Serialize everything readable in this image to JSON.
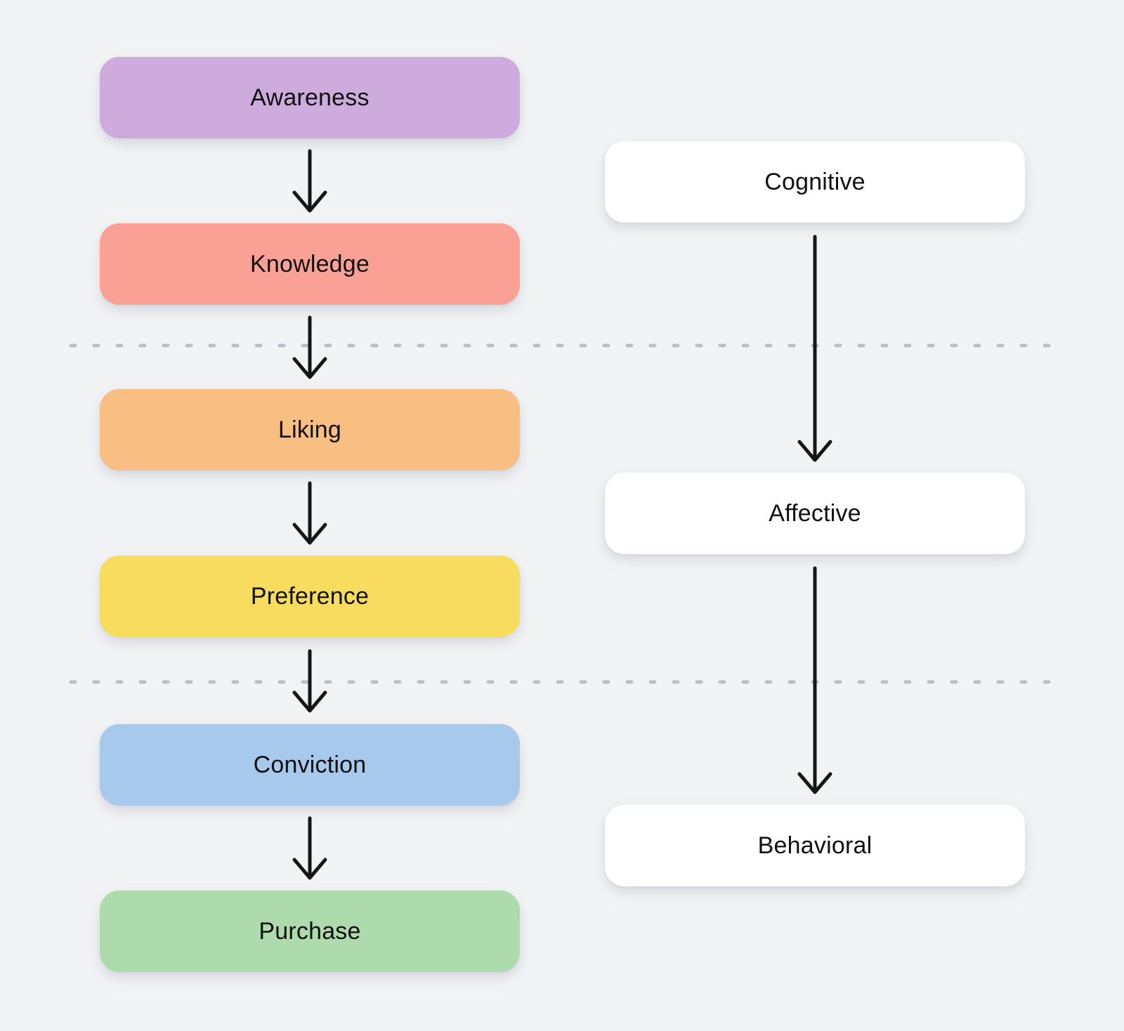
{
  "diagram": {
    "stages": [
      {
        "label": "Awareness",
        "color": "#CDABDC"
      },
      {
        "label": "Knowledge",
        "color": "#FAA094"
      },
      {
        "label": "Liking",
        "color": "#F9BE81"
      },
      {
        "label": "Preference",
        "color": "#F7DC5E"
      },
      {
        "label": "Conviction",
        "color": "#A6C9EC"
      },
      {
        "label": "Purchase",
        "color": "#AEDBAB"
      }
    ],
    "phases": [
      {
        "label": "Cognitive",
        "color": "#FFFFFF"
      },
      {
        "label": "Affective",
        "color": "#FFFFFF"
      },
      {
        "label": "Behavioral",
        "color": "#FFFFFF"
      }
    ],
    "colors": {
      "background": "#F2F3F5",
      "arrow": "#151515",
      "dashed_divider": "#B9BFC8",
      "text": "#101010"
    }
  }
}
